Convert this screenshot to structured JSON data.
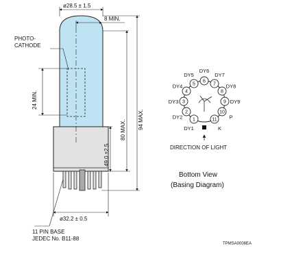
{
  "side_view": {
    "top_diameter": "ø28.5 ± 1.5",
    "offset_min": "8 MIN.",
    "photocathode_line1": "PHOTO-",
    "photocathode_line2": "CATHODE",
    "cathode_min": "24 MIN.",
    "height_base": "49.0 ±2.5",
    "height_max": "80 MAX.",
    "total_max": "94 MAX.",
    "base_diameter": "ø32.2 ± 0.5",
    "base_line1": "11 PIN BASE",
    "base_line2": "JEDEC No. B11-88",
    "colors": {
      "bulb_fill": "#bfe3f2",
      "base_fill": "#e2e2e2",
      "line": "#222222"
    }
  },
  "basing_diagram": {
    "pins": [
      {
        "num": "1",
        "label": "DY1"
      },
      {
        "num": "2",
        "label": "DY2"
      },
      {
        "num": "3",
        "label": "DY3"
      },
      {
        "num": "4",
        "label": "DY4"
      },
      {
        "num": "5",
        "label": "DY5"
      },
      {
        "num": "6",
        "label": "DY6"
      },
      {
        "num": "7",
        "label": "DY7"
      },
      {
        "num": "8",
        "label": "DY8"
      },
      {
        "num": "9",
        "label": "DY9"
      },
      {
        "num": "10",
        "label": "P"
      },
      {
        "num": "11",
        "label": "K"
      }
    ],
    "direction_label": "DIRECTION OF LIGHT",
    "view_line1": "Bottom View",
    "view_line2": "(Basing Diagram)"
  },
  "figure_code": "TPMSA0008EA"
}
